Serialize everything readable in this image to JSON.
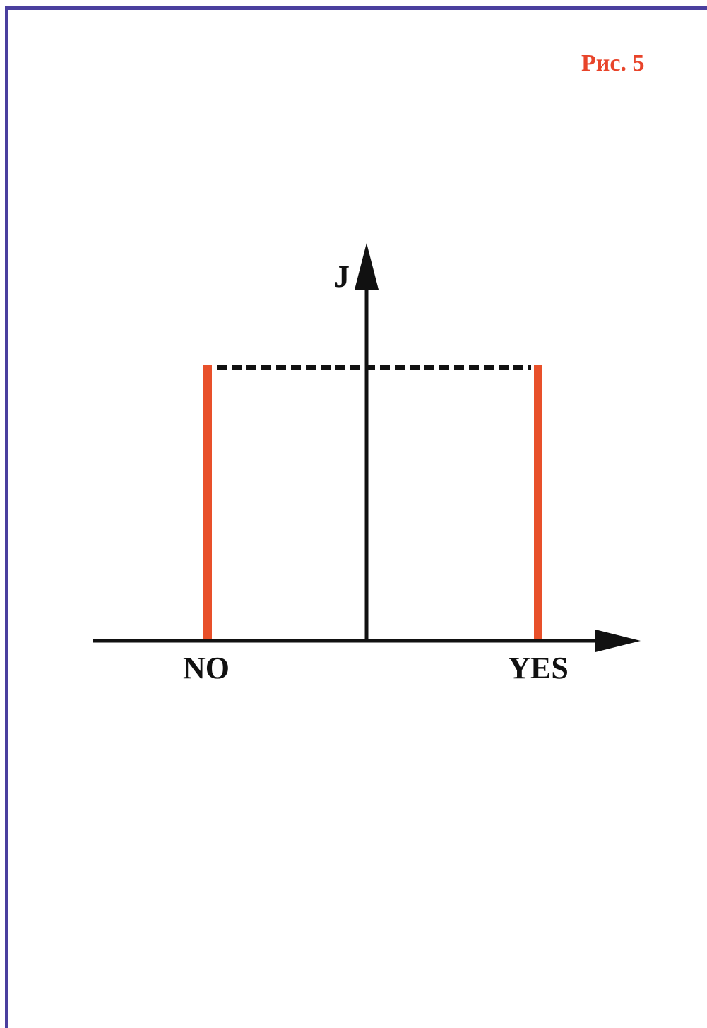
{
  "figure": {
    "label": "Рис. 5"
  },
  "diagram": {
    "y_axis_label": "J",
    "x_labels": {
      "no": "NO",
      "yes": "YES"
    }
  },
  "colors": {
    "frame": "#4a3f9e",
    "figure_label": "#e8442a",
    "bars": "#e8502a",
    "axes": "#111111",
    "dashed_line": "#111111"
  }
}
